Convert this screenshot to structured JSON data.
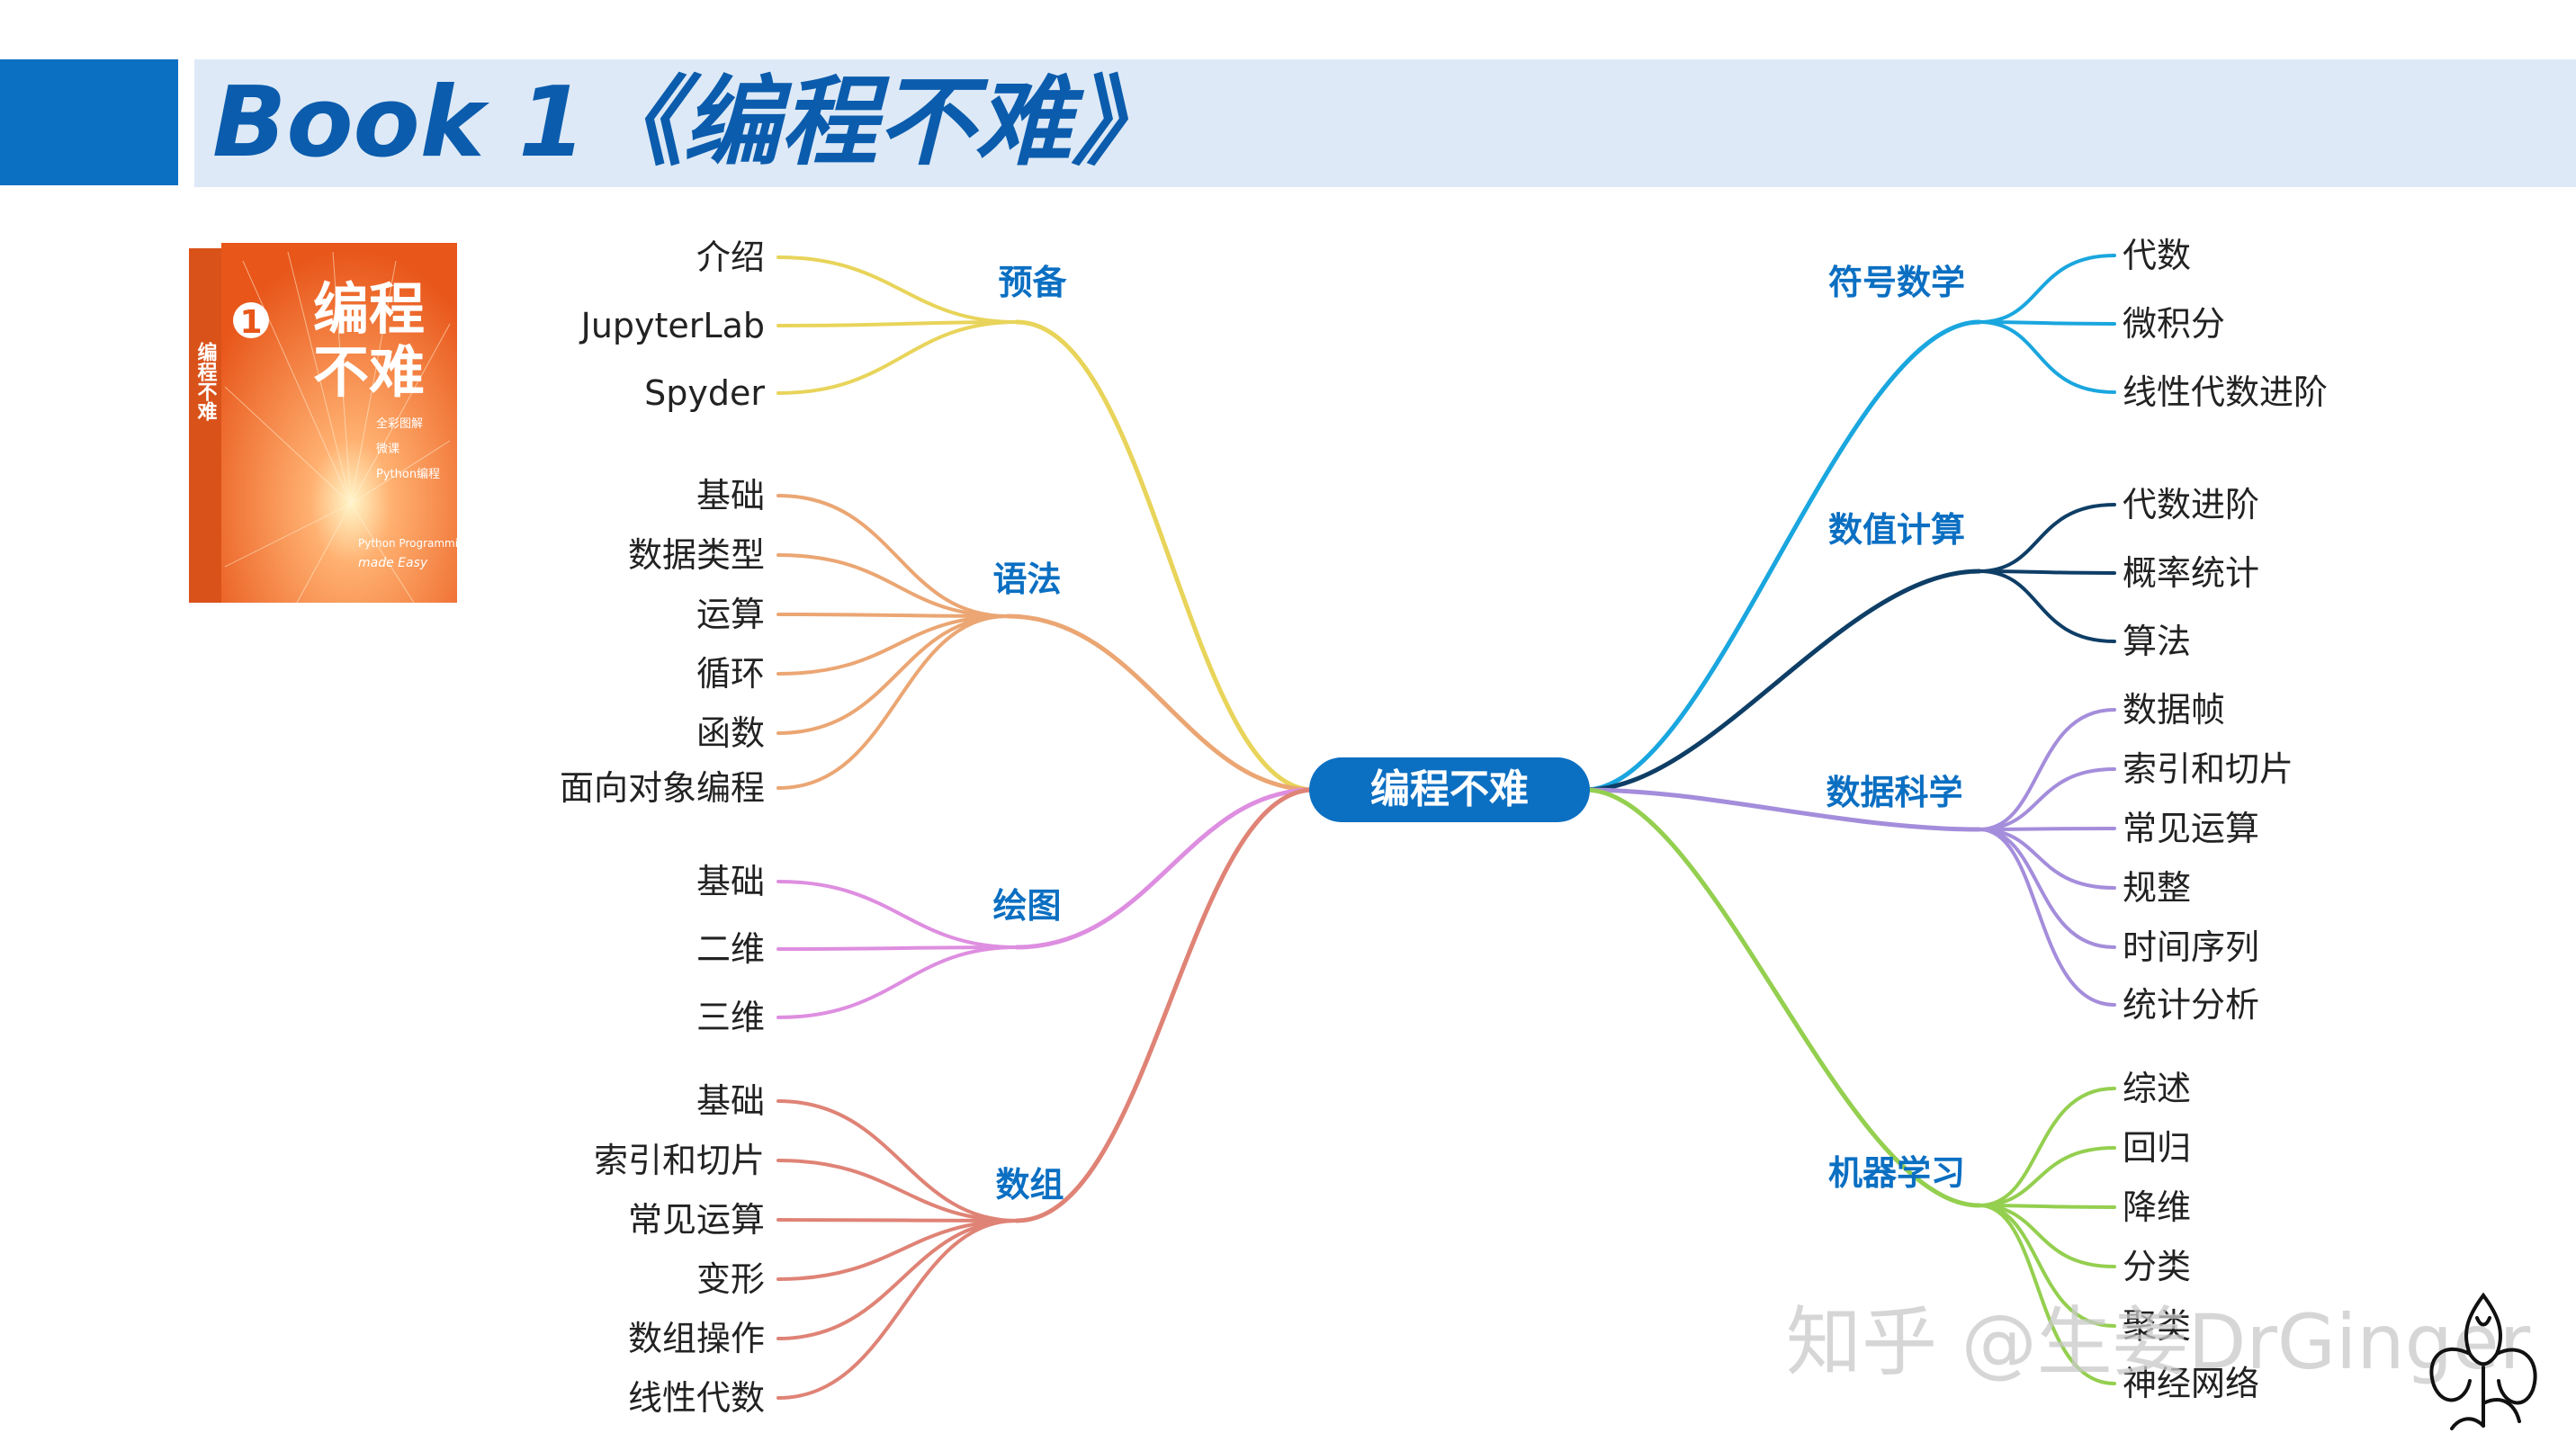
{
  "title": "Book 1《编程不难》",
  "center": "编程不难",
  "cover": {
    "number": "1",
    "title_line1": "编程",
    "title_line2": "不难",
    "spine_text": "编程不难",
    "features": [
      "全彩图解",
      "微课",
      "Python编程"
    ],
    "subtitle_en": "Python Programming",
    "brand_text": "made Easy",
    "color": "#f0631e"
  },
  "branches": [
    {
      "name": "预备",
      "color": "#e8d45a",
      "leaves": [
        "介绍",
        "JupyterLab",
        "Spyder"
      ]
    },
    {
      "name": "语法",
      "color": "#eba673",
      "leaves": [
        "基础",
        "数据类型",
        "运算",
        "循环",
        "函数",
        "面向对象编程"
      ]
    },
    {
      "name": "绘图",
      "color": "#de8ee0",
      "leaves": [
        "基础",
        "二维",
        "三维"
      ]
    },
    {
      "name": "数组",
      "color": "#df8376",
      "leaves": [
        "基础",
        "索引和切片",
        "常见运算",
        "变形",
        "数组操作",
        "线性代数"
      ]
    },
    {
      "name": "符号数学",
      "color": "#1aa6de",
      "leaves": [
        "代数",
        "微积分",
        "线性代数进阶"
      ]
    },
    {
      "name": "数值计算",
      "color": "#0e3e66",
      "leaves": [
        "代数进阶",
        "概率统计",
        "算法"
      ]
    },
    {
      "name": "数据科学",
      "color": "#a48ddb",
      "leaves": [
        "数据帧",
        "索引和切片",
        "常见运算",
        "规整",
        "时间序列",
        "统计分析"
      ]
    },
    {
      "name": "机器学习",
      "color": "#94cf4f",
      "leaves": [
        "综述",
        "回归",
        "降维",
        "分类",
        "聚类",
        "神经网络"
      ]
    }
  ],
  "watermark": "知乎 @生姜DrGinger",
  "colors": {
    "accent": "#0b6fc2",
    "title_bar": "#dde9f6"
  }
}
